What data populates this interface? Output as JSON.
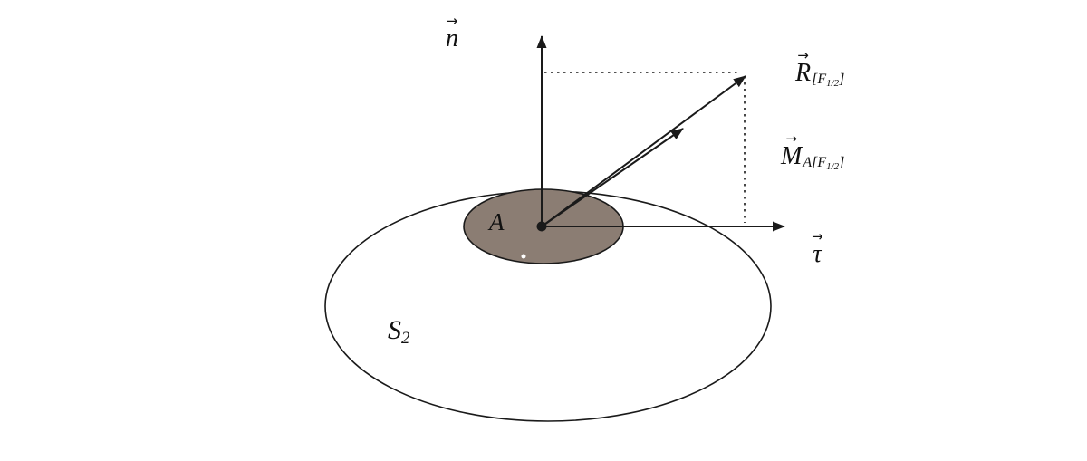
{
  "colors": {
    "region_fill": "#8b7d73",
    "stroke": "#1a1a1a",
    "background": "#ffffff"
  },
  "labels": {
    "normal_axis": {
      "arrow": "→",
      "letter": "n"
    },
    "tangent_axis": {
      "arrow": "→",
      "letter": "τ"
    },
    "resultant": {
      "arrow": "→",
      "letter": "R",
      "sub_prefix": "[F",
      "sub_fraction": "1/2",
      "sub_suffix": "]"
    },
    "moment": {
      "arrow": "→",
      "letter": "M",
      "sub_point": "A",
      "sub_prefix": "[F",
      "sub_fraction": "1/2",
      "sub_suffix": "]"
    },
    "point": "A",
    "surface": {
      "letter": "S",
      "sub": "2"
    }
  }
}
